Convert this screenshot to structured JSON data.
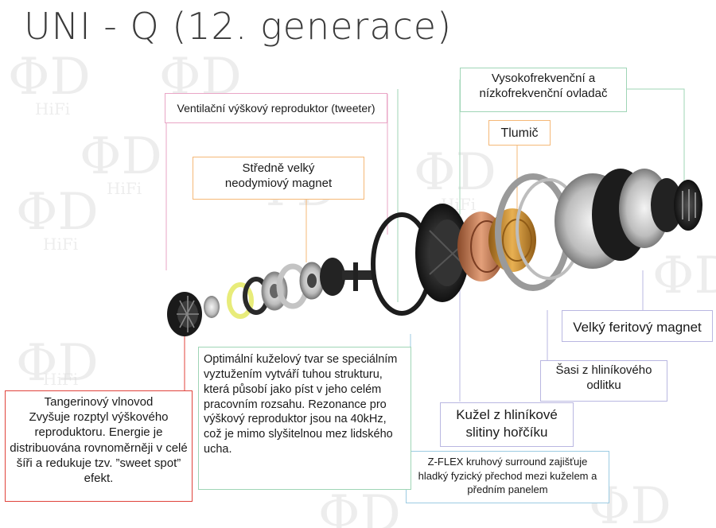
{
  "title": "UNI - Q (12. generace)",
  "watermark": {
    "big": "ΦD",
    "small": "HiFi"
  },
  "labels": {
    "tweeter": "Ventilační výškový reproduktor (tweeter)",
    "neodymium_magnet": "Středně velký neodymiový magnet",
    "crossover": "Vysokofrekvenční a nízkofrekvenční ovladač",
    "damper": "Tlumič",
    "ferrite_magnet": "Velký feritový magnet",
    "chassis": "Šasi z hliníkového odlitku",
    "cone": "Kužel z hliníkové slitiny hořčíku",
    "surround": "Z-FLEX kruhový surround zajišťuje hladký fyzický přechod mezi kuželem a předním panelem",
    "cone_shape": "Optimální kuželový tvar se speciálním vyztužením vytváří tuhou strukturu, která působí jako píst v jeho celém pracovním rozsahu. Rezonance pro výškový reproduktor jsou na 40kHz, což je mimo slyšitelnou mez lidského ucha.",
    "tangerine_title": "Tangerinový vlnovod",
    "tangerine_body": "Zvyšuje rozptyl výškového reproduktoru. Energie je distribuována rovnoměrněji v celé šíři a redukuje tzv. ”sweet spot” efekt."
  },
  "colors": {
    "pink": "#e9a6c6",
    "orange": "#f5b877",
    "green": "#9fd5b6",
    "blue": "#9ccbe2",
    "red": "#e0433b",
    "purple": "#b9b7e1",
    "copper": "#c9774a",
    "gold": "#d79a3a",
    "dark": "#1e1e1e"
  }
}
